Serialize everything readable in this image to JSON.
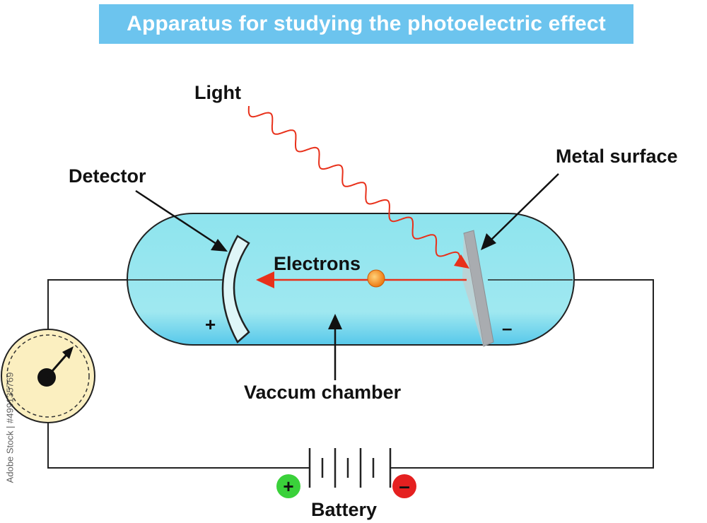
{
  "title": "Apparatus for studying the photoelectric effect",
  "labels": {
    "light": "Light",
    "detector": "Detector",
    "metal_surface": "Metal surface",
    "electrons": "Electrons",
    "vacuum_chamber": "Vaccum chamber",
    "battery": "Battery",
    "plus": "+",
    "minus": "–"
  },
  "battery_terminals": {
    "positive": "+",
    "negative": "–"
  },
  "watermark": "Adobe Stock | #499135769",
  "colors": {
    "title_bg": "#6cc4ee",
    "chamber_fill": "#8de3ec",
    "light_ray": "#e8301a",
    "electron": "#f08a1c",
    "meter_face": "#fbefc0",
    "battery_positive": "#3ad13a",
    "battery_negative": "#e52020",
    "plate": "#b9bcbf"
  }
}
